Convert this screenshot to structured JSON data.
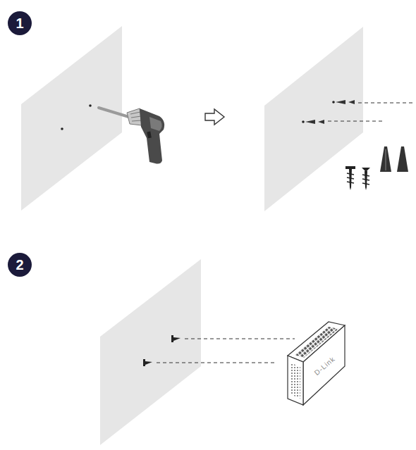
{
  "diagram": {
    "labels": [
      "1",
      "2",
      "D-Link"
    ]
  }
}
